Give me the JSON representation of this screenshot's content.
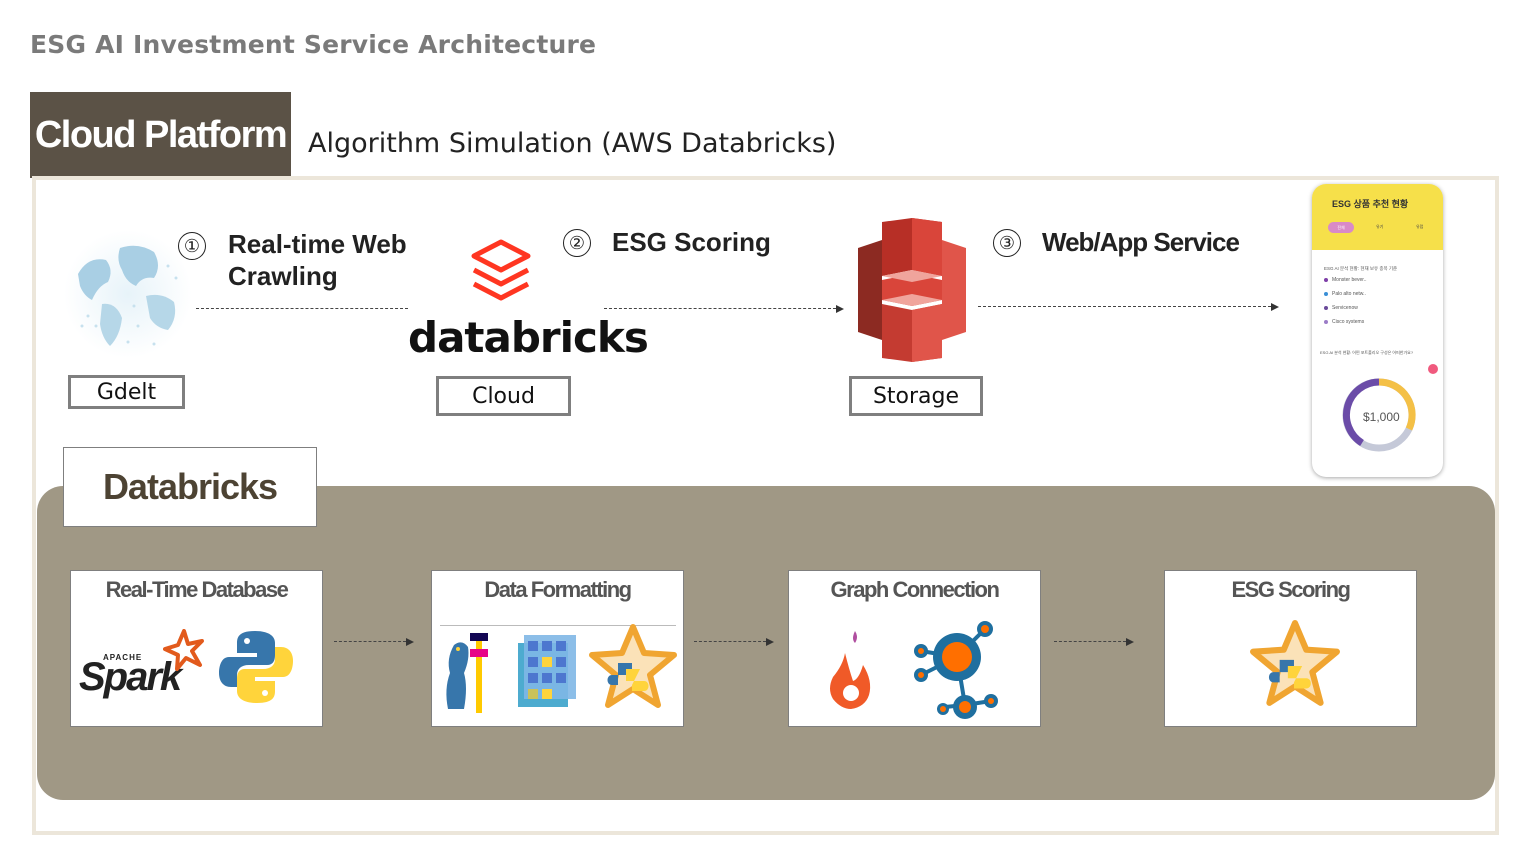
{
  "page": {
    "title": "ESG AI Investment Service Architecture"
  },
  "cloud_platform": {
    "tab_label": "Cloud Platform",
    "subtitle": "Algorithm Simulation (AWS Databricks)"
  },
  "flow": {
    "steps": [
      {
        "number": "①",
        "label_line1": "Real-time Web",
        "label_line2": "Crawling"
      },
      {
        "number": "②",
        "label": "ESG Scoring"
      },
      {
        "number": "③",
        "label": "Web/App Service"
      }
    ],
    "nodes": {
      "gdelt": "Gdelt",
      "cloud": "Cloud",
      "storage": "Storage",
      "databricks_logo_text": "databricks"
    }
  },
  "phone": {
    "title": "ESG 상품 추천 현황",
    "tabs": [
      "전체",
      "유기",
      "유럽"
    ],
    "section_title": "ESG AI 분석 현황: 현재 보유 종목 기준",
    "items": [
      {
        "name": "Monster bever..",
        "color": "#7e3fa8"
      },
      {
        "name": "Palo alto netw..",
        "color": "#3a8fd6"
      },
      {
        "name": "Servicenow",
        "color": "#6a4a9a"
      },
      {
        "name": "Cisco systems",
        "color": "#9b7cc7"
      }
    ],
    "question": "ESG AI 분석 현황: 어떤 포트폴리오 구성은 어떠한가요?",
    "amount": "$1,000"
  },
  "databricks_panel": {
    "tab_label": "Databricks",
    "stages": [
      {
        "title": "Real-Time Database"
      },
      {
        "title": "Data Formatting"
      },
      {
        "title": "Graph Connection"
      },
      {
        "title": "ESG Scoring"
      }
    ],
    "spark_text": "Spark",
    "apache_text": "APACHE"
  },
  "colors": {
    "tab_dark": "#5b5246",
    "panel": "#a09885",
    "databricks_red": "#ff3621",
    "aws_red": "#d9453a",
    "phone_yellow": "#f6e04a"
  }
}
